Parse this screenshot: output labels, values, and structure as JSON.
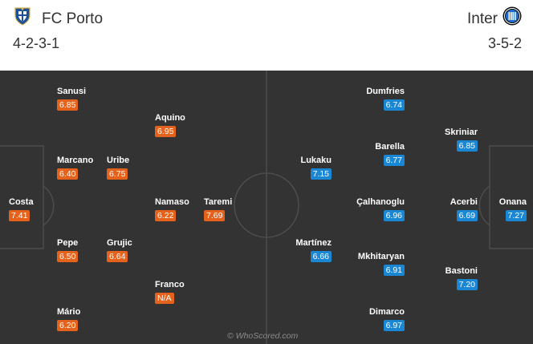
{
  "home": {
    "name": "FC Porto",
    "formation": "4-2-3-1",
    "crest_icon": "fc-porto-crest",
    "color": "#e4621b",
    "players": [
      {
        "name": "Sanusi",
        "rating": "6.85"
      },
      {
        "name": "Aquino",
        "rating": "6.95"
      },
      {
        "name": "Marcano",
        "rating": "6.40"
      },
      {
        "name": "Uribe",
        "rating": "6.75"
      },
      {
        "name": "Costa",
        "rating": "7.41"
      },
      {
        "name": "Namaso",
        "rating": "6.22"
      },
      {
        "name": "Taremi",
        "rating": "7.69"
      },
      {
        "name": "Pepe",
        "rating": "6.50"
      },
      {
        "name": "Grujic",
        "rating": "6.64"
      },
      {
        "name": "Franco",
        "rating": "N/A"
      },
      {
        "name": "Mário",
        "rating": "6.20"
      }
    ]
  },
  "away": {
    "name": "Inter",
    "formation": "3-5-2",
    "crest_icon": "inter-crest",
    "color": "#1a87d4",
    "players": [
      {
        "name": "Dumfries",
        "rating": "6.74"
      },
      {
        "name": "Skriniar",
        "rating": "6.85"
      },
      {
        "name": "Barella",
        "rating": "6.77"
      },
      {
        "name": "Lukaku",
        "rating": "7.15"
      },
      {
        "name": "Çalhanoglu",
        "rating": "6.96"
      },
      {
        "name": "Acerbi",
        "rating": "6.69"
      },
      {
        "name": "Onana",
        "rating": "7.27"
      },
      {
        "name": "Martínez",
        "rating": "6.66"
      },
      {
        "name": "Mkhitaryan",
        "rating": "6.91"
      },
      {
        "name": "Bastoni",
        "rating": "7.20"
      },
      {
        "name": "Dimarco",
        "rating": "6.97"
      }
    ]
  },
  "watermark": "© WhoScored.com"
}
